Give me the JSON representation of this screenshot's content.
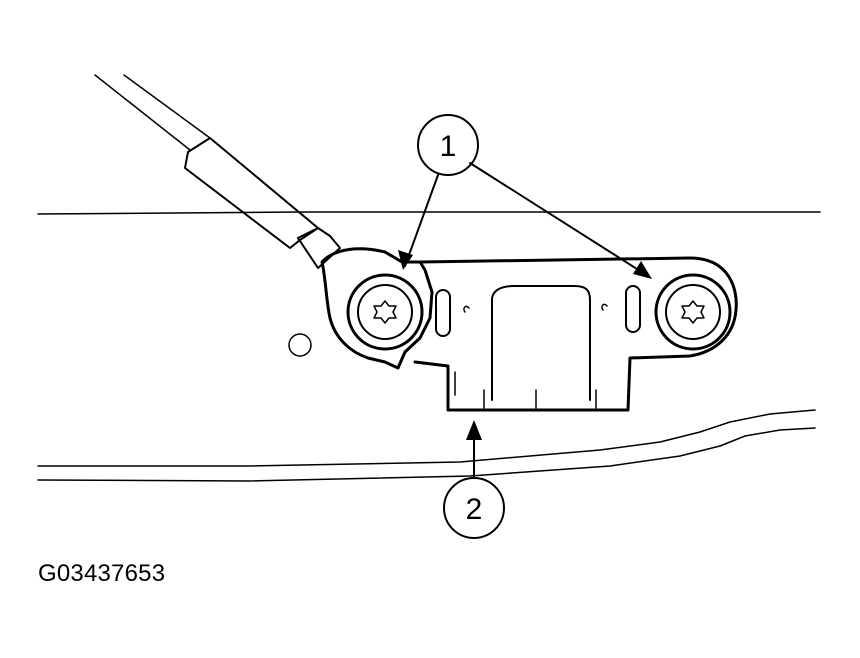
{
  "callouts": {
    "c1": "1",
    "c2": "2"
  },
  "figure_id": "G03437653",
  "colors": {
    "line": "#000000",
    "background": "#ffffff"
  }
}
